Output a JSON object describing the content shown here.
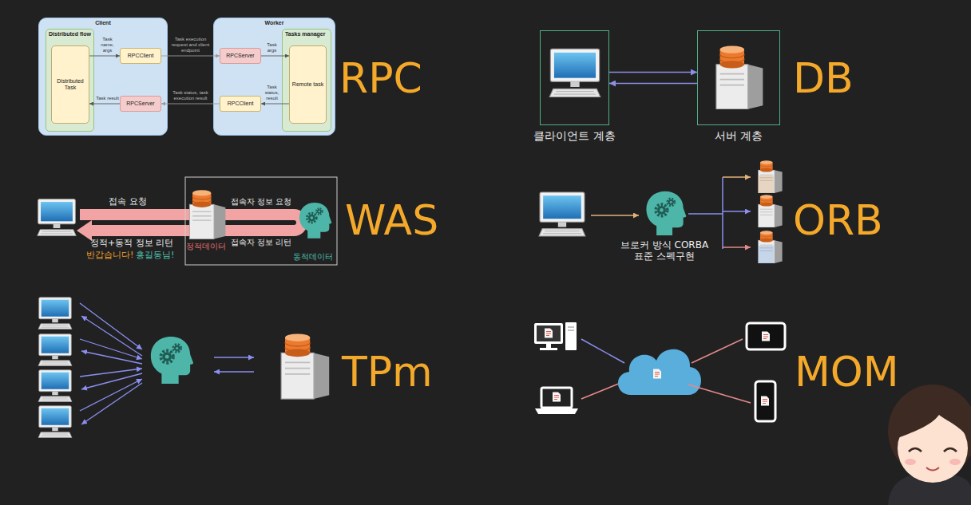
{
  "diagram": {
    "nodes": [
      {
        "text": [
          "Client"
        ]
      },
      {
        "text": [
          "Distributed flow"
        ],
        "in": 0
      },
      {
        "text": [
          "Distributed Task"
        ],
        "in": 1
      },
      {
        "text": [
          "RPCClient"
        ],
        "in": 0
      },
      {
        "text": [
          "RPCServer"
        ],
        "in": 0
      },
      {
        "text": [
          "Worker"
        ]
      },
      {
        "text": [
          "RPCServer"
        ],
        "in": 5
      },
      {
        "text": [
          "RPCClient"
        ],
        "in": 5
      },
      {
        "text": [
          "Tasks manager"
        ],
        "in": 5
      },
      {
        "text": [
          "Remote task"
        ],
        "in": 8
      },
      {
        "text": [
          "클라이언트 계층"
        ]
      },
      {
        "text": [
          "서버 계층"
        ]
      }
    ],
    "edges": [
      {
        "from": 2,
        "to": 3,
        "label": "Task name, args",
        "arrow": "to"
      },
      {
        "from": 3,
        "to": 6,
        "label": "Task execution request and client endpoint",
        "arrow": "to"
      },
      {
        "from": 6,
        "to": 9,
        "label": "Task args",
        "arrow": "to"
      },
      {
        "from": 9,
        "to": 7,
        "label": "Task status, result",
        "arrow": "to"
      },
      {
        "from": 7,
        "to": 4,
        "label": "Task status, task execution result",
        "arrow": "to"
      },
      {
        "from": 4,
        "to": 2,
        "label": "Task result",
        "arrow": "to"
      },
      {
        "from": 10,
        "to": 11,
        "arrow": "to"
      },
      {
        "from": 11,
        "to": 10,
        "arrow": "to"
      }
    ],
    "labels": [
      "RPC",
      "DB",
      "접속 요청",
      "접속자 정보 요청",
      "정적+동적 정보 리턴",
      "접속자 정보 리턴",
      "반갑습니다!",
      "홍길동님!",
      "정적데이터",
      "동적데이터",
      "WAS",
      "브로커 방식 CORBA 표준 스펙구현",
      "ORB",
      "TPm",
      "MOM"
    ]
  }
}
